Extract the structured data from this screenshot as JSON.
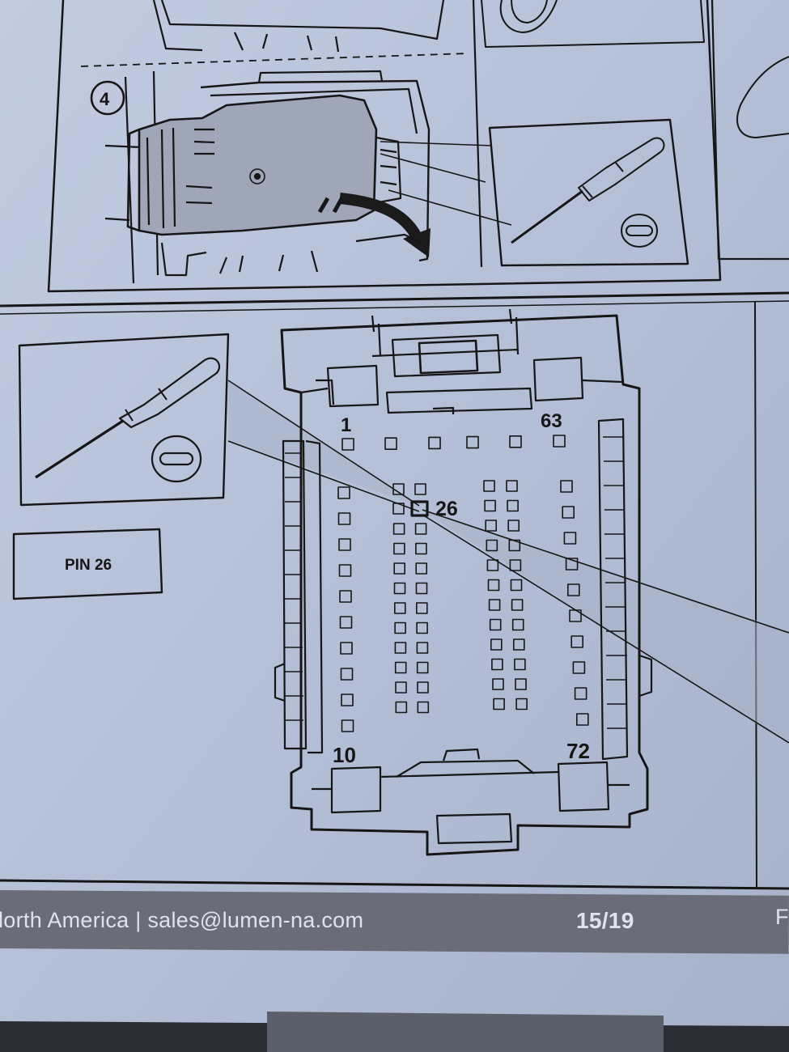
{
  "step_badge": "4",
  "callout_label": "PIN 26",
  "connector": {
    "pin_first": "1",
    "pin_last_top": "63",
    "pin_bottom_left": "10",
    "pin_bottom_right": "72",
    "highlighted_pin": "26"
  },
  "footer": {
    "contact_text": "lorth America | sales@lumen-na.com",
    "page_number": "15/19",
    "edge_letter": "F"
  },
  "colors": {
    "paper": "#b4bfd6",
    "ink": "#161616",
    "footer_bar": "#6a6d78",
    "footer_text": "#dfe3ee",
    "background": "#2a2c30"
  }
}
